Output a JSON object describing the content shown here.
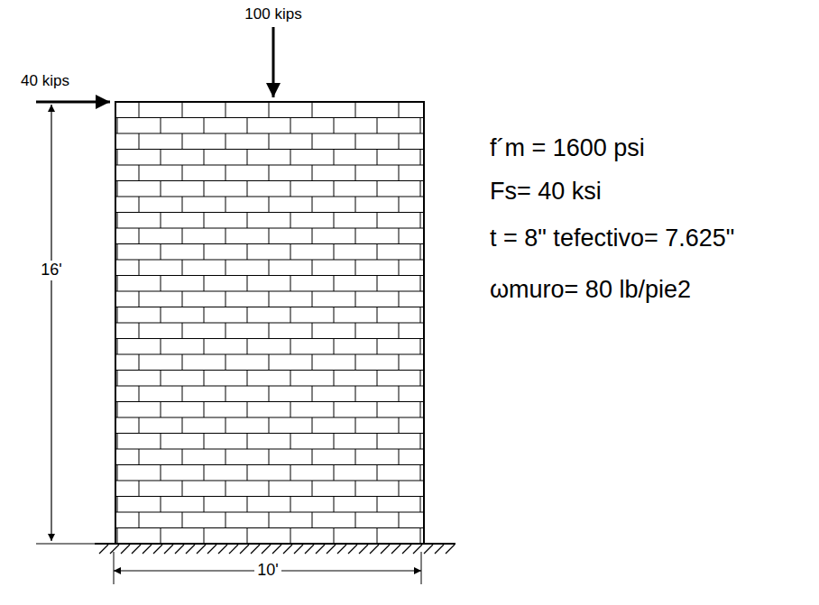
{
  "diagram": {
    "labels": [
      "100 kips",
      "40 kips",
      "16'",
      "10'",
      "f´m = 1600 psi",
      "Fs= 40 ksi",
      "t = 8\" tefectivo= 7.625\"",
      "ωmuro= 80 lb/pie2"
    ]
  }
}
